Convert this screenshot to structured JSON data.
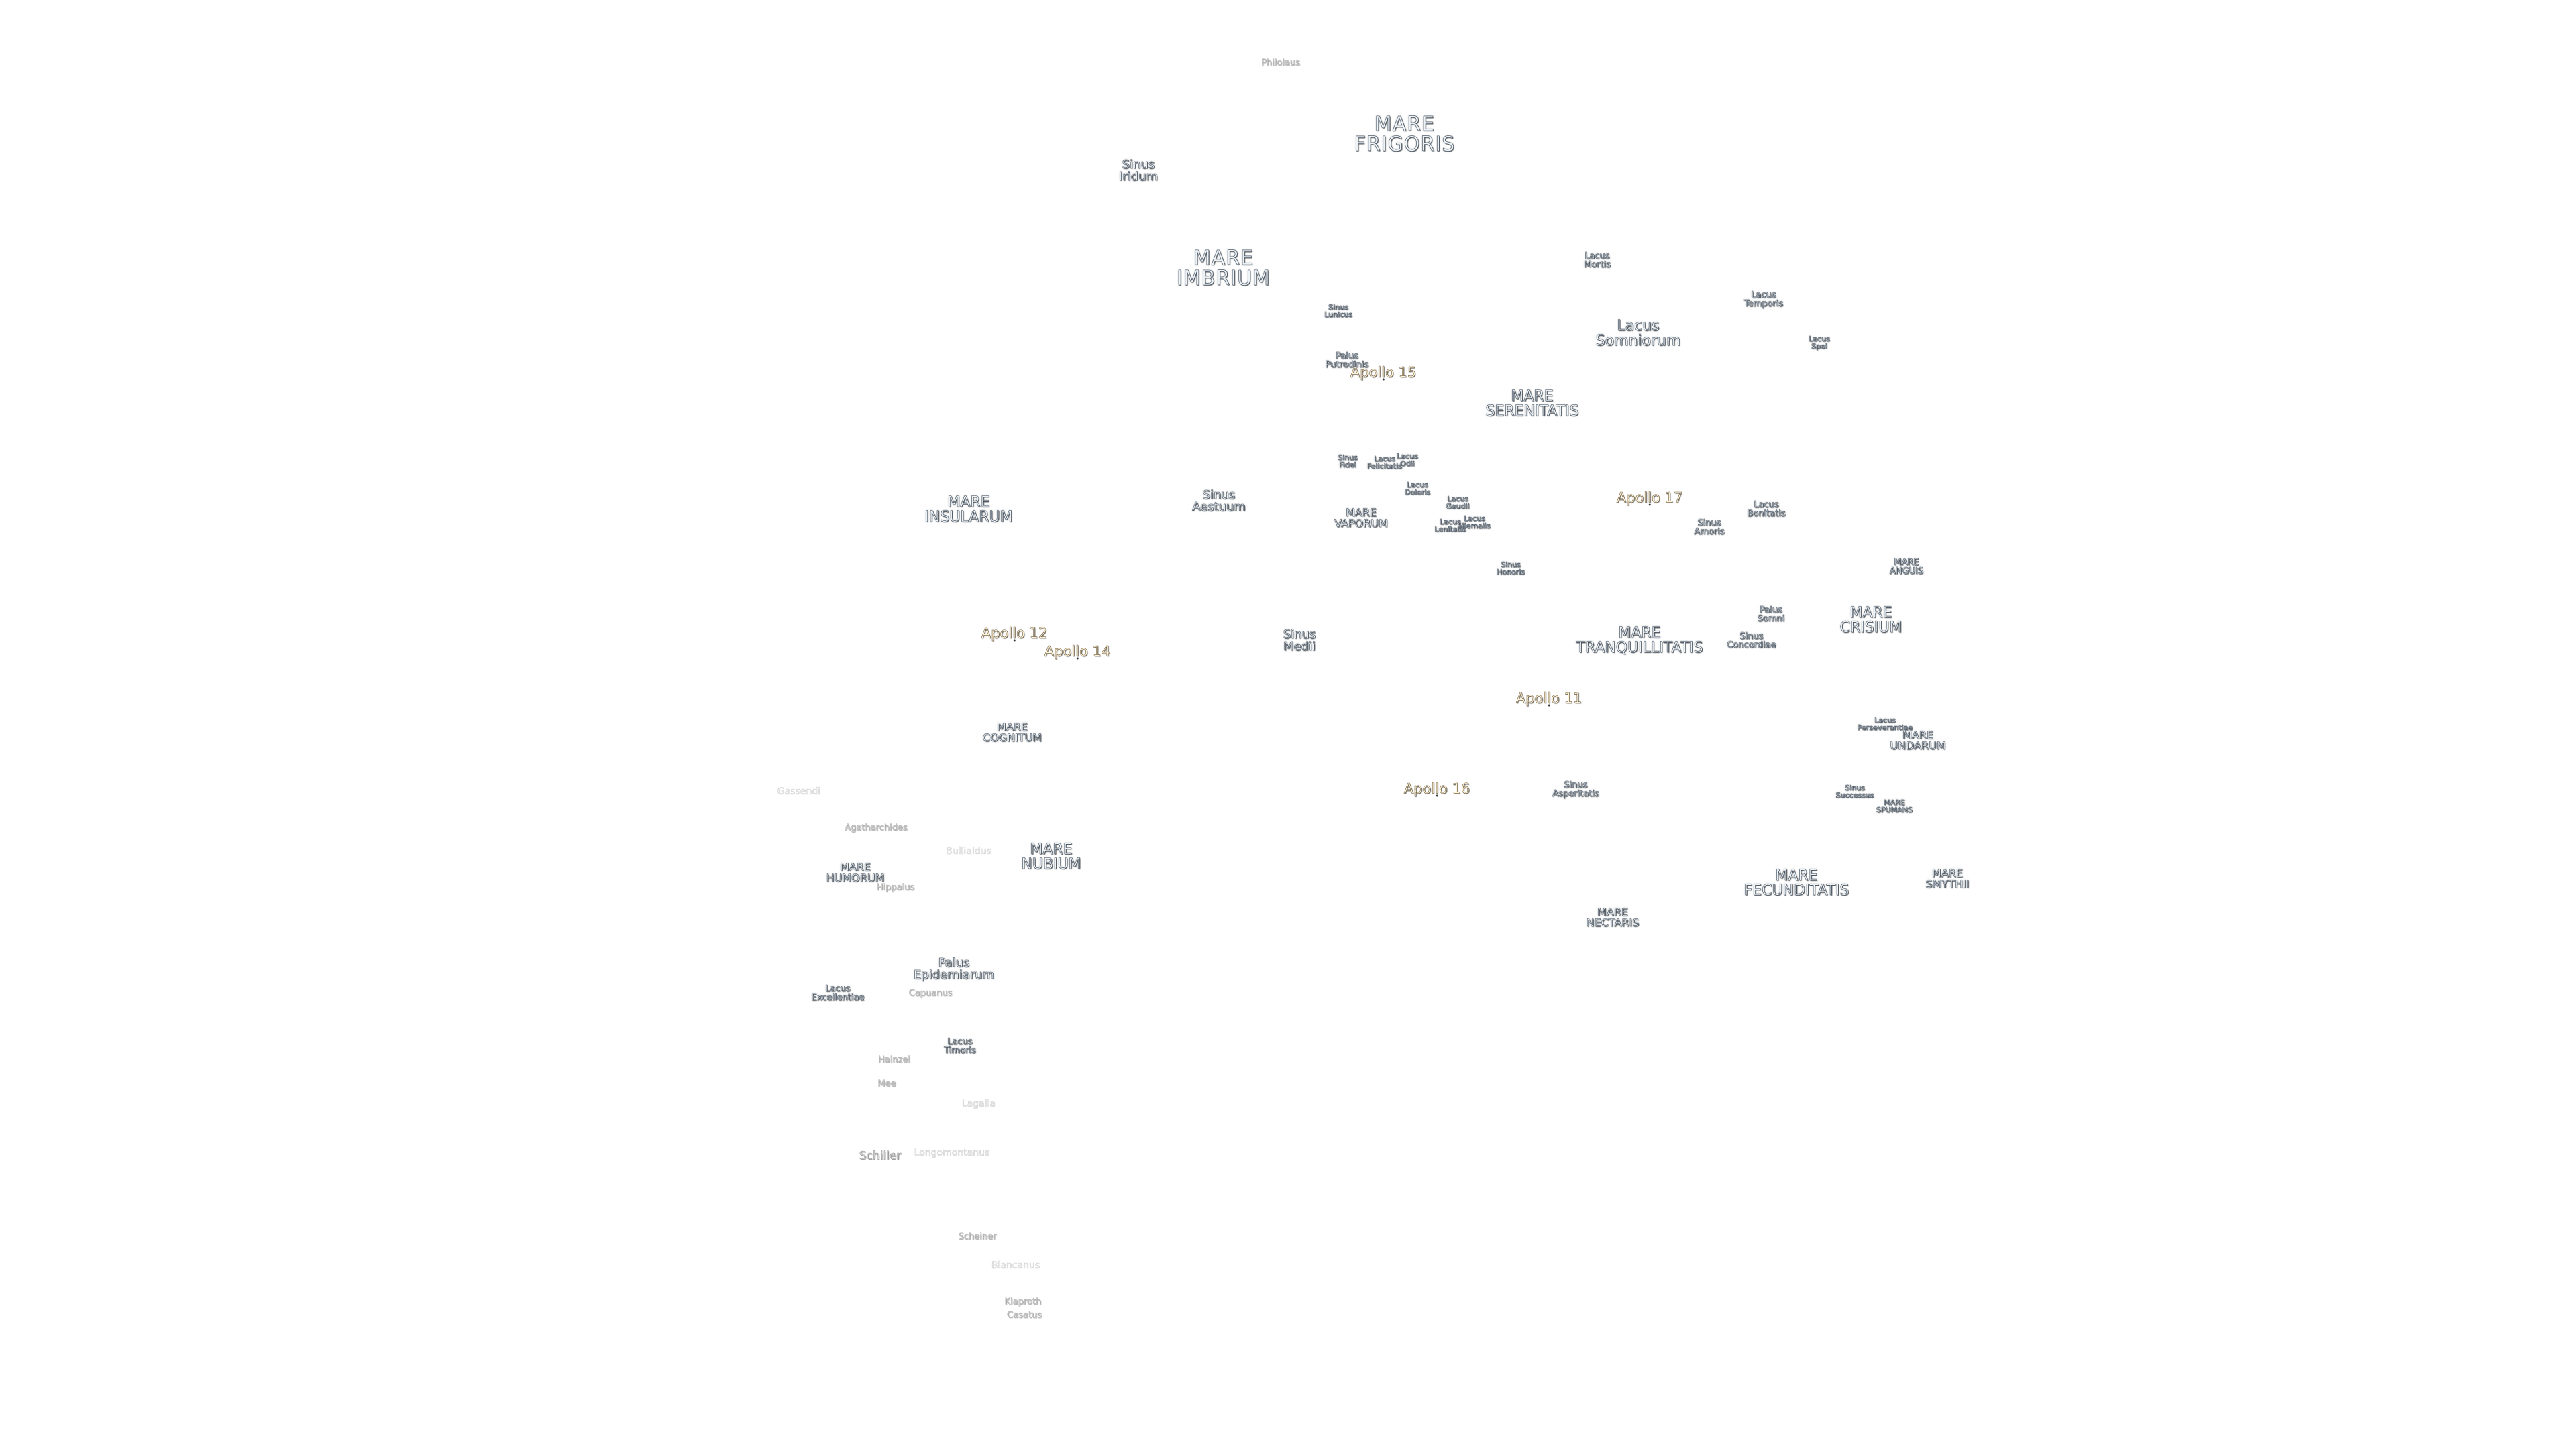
{
  "map": {
    "labels": [
      {
        "id": "philolaus",
        "text": "Philolaus",
        "kind": "crater-sm"
      },
      {
        "id": "mare-frigoris",
        "text": "MARE\nFRIGORIS",
        "kind": "mare"
      },
      {
        "id": "sinus-iridum",
        "text": "Sinus\nIridum",
        "kind": "feat"
      },
      {
        "id": "mare-imbrium",
        "text": "MARE\nIMBRIUM",
        "kind": "mare"
      },
      {
        "id": "lacus-mortis",
        "text": "Lacus\nMortis",
        "kind": "feat-sm"
      },
      {
        "id": "lacus-temporis",
        "text": "Lacus\nTemporis",
        "kind": "feat-sm"
      },
      {
        "id": "sinus-lunicus",
        "text": "Sinus\nLunicus",
        "kind": "feat-xs"
      },
      {
        "id": "lacus-somniorum",
        "text": "Lacus\nSomniorum",
        "kind": "mare-md"
      },
      {
        "id": "lacus-spei",
        "text": "Lacus\nSpei",
        "kind": "feat-xs"
      },
      {
        "id": "palus-putredinis",
        "text": "Palus\nPutredinis",
        "kind": "feat-sm"
      },
      {
        "id": "apollo-15",
        "text": "Apollo 15",
        "kind": "apollo"
      },
      {
        "id": "mare-serenitatis",
        "text": "MARE\nSERENITATIS",
        "kind": "mare-md"
      },
      {
        "id": "sinus-fidei",
        "text": "Sinus\nFidei",
        "kind": "feat-xs"
      },
      {
        "id": "lacus-felicitatis",
        "text": "Lacus\nFelicitatis",
        "kind": "feat-xs"
      },
      {
        "id": "lacus-odii",
        "text": "Lacus\nOdii",
        "kind": "feat-xs"
      },
      {
        "id": "lacus-doloris",
        "text": "Lacus\nDoloris",
        "kind": "feat-xs"
      },
      {
        "id": "lacus-gaudii",
        "text": "Lacus\nGaudii",
        "kind": "feat-xs"
      },
      {
        "id": "lacus-hiemalis",
        "text": "Lacus\nHiemalis",
        "kind": "feat-xs"
      },
      {
        "id": "lacus-lenitatis",
        "text": "Lacus\nLenitatis",
        "kind": "feat-xs"
      },
      {
        "id": "mare-insularum",
        "text": "MARE\nINSULARUM",
        "kind": "mare-md"
      },
      {
        "id": "sinus-aestuum",
        "text": "Sinus\nAestuum",
        "kind": "feat"
      },
      {
        "id": "mare-vaporum",
        "text": "MARE\nVAPORUM",
        "kind": "mare-sm"
      },
      {
        "id": "apollo-17",
        "text": "Apollo 17",
        "kind": "apollo"
      },
      {
        "id": "lacus-bonitatis",
        "text": "Lacus\nBonitatis",
        "kind": "feat-sm"
      },
      {
        "id": "sinus-amoris",
        "text": "Sinus\nAmoris",
        "kind": "feat-sm"
      },
      {
        "id": "sinus-honoris",
        "text": "Sinus\nHonoris",
        "kind": "feat-xs"
      },
      {
        "id": "mare-anguis",
        "text": "MARE\nANGUIS",
        "kind": "feat-sm"
      },
      {
        "id": "apollo-12",
        "text": "Apollo 12",
        "kind": "apollo"
      },
      {
        "id": "apollo-14",
        "text": "Apollo 14",
        "kind": "apollo"
      },
      {
        "id": "sinus-medii",
        "text": "Sinus\nMedii",
        "kind": "feat"
      },
      {
        "id": "mare-tranquillitatis",
        "text": "MARE\nTRANQUILLITATIS",
        "kind": "mare-md"
      },
      {
        "id": "palus-somni",
        "text": "Palus\nSomni",
        "kind": "feat-sm"
      },
      {
        "id": "sinus-concordiae",
        "text": "Sinus\nConcordiae",
        "kind": "feat-sm"
      },
      {
        "id": "mare-crisium",
        "text": "MARE\nCRISIUM",
        "kind": "mare-md"
      },
      {
        "id": "apollo-11",
        "text": "Apollo 11",
        "kind": "apollo"
      },
      {
        "id": "mare-cognitum",
        "text": "MARE\nCOGNITUM",
        "kind": "mare-sm"
      },
      {
        "id": "lacus-perseverantiae",
        "text": "Lacus\nPerseverantiae",
        "kind": "feat-xs"
      },
      {
        "id": "mare-undarum",
        "text": "MARE\nUNDARUM",
        "kind": "mare-sm"
      },
      {
        "id": "gassendi",
        "text": "Gassendi",
        "kind": "crater-faint"
      },
      {
        "id": "apollo-16",
        "text": "Apollo 16",
        "kind": "apollo"
      },
      {
        "id": "sinus-asperitatis",
        "text": "Sinus\nAsperitatis",
        "kind": "feat-sm"
      },
      {
        "id": "sinus-successus",
        "text": "Sinus\nSuccessus",
        "kind": "feat-xs"
      },
      {
        "id": "mare-spumans",
        "text": "MARE\nSPUMANS",
        "kind": "feat-xs"
      },
      {
        "id": "agatharchides",
        "text": "Agatharchides",
        "kind": "crater-sm"
      },
      {
        "id": "bullialdus",
        "text": "Bullialdus",
        "kind": "crater-faint"
      },
      {
        "id": "mare-nubium",
        "text": "MARE\nNUBIUM",
        "kind": "mare-md"
      },
      {
        "id": "mare-humorum",
        "text": "MARE\nHUMORUM",
        "kind": "mare-sm"
      },
      {
        "id": "hippalus",
        "text": "Hippalus",
        "kind": "crater-sm"
      },
      {
        "id": "mare-fecunditatis",
        "text": "MARE\nFECUNDITATIS",
        "kind": "mare-md"
      },
      {
        "id": "mare-smythii",
        "text": "MARE\nSMYTHII",
        "kind": "mare-sm"
      },
      {
        "id": "mare-nectaris",
        "text": "MARE\nNECTARIS",
        "kind": "mare-sm"
      },
      {
        "id": "palus-epidemiarum",
        "text": "Palus\nEpidemiarum",
        "kind": "feat"
      },
      {
        "id": "lacus-excellentiae",
        "text": "Lacus\nExcellentiae",
        "kind": "feat-sm"
      },
      {
        "id": "capuanus",
        "text": "Capuanus",
        "kind": "crater-sm"
      },
      {
        "id": "lacus-timoris",
        "text": "Lacus\nTimoris",
        "kind": "feat-sm"
      },
      {
        "id": "hainzel",
        "text": "Hainzel",
        "kind": "crater-sm"
      },
      {
        "id": "mee",
        "text": "Mee",
        "kind": "crater-sm"
      },
      {
        "id": "lagalla",
        "text": "Lagalla",
        "kind": "crater-faint"
      },
      {
        "id": "schiller",
        "text": "Schiller",
        "kind": "crater"
      },
      {
        "id": "longomontanus",
        "text": "Longomontanus",
        "kind": "crater-faint"
      },
      {
        "id": "scheiner",
        "text": "Scheiner",
        "kind": "crater-sm"
      },
      {
        "id": "blancanus",
        "text": "Blancanus",
        "kind": "crater-faint"
      },
      {
        "id": "klaproth",
        "text": "Klaproth",
        "kind": "crater-sm"
      },
      {
        "id": "casatus",
        "text": "Casatus",
        "kind": "crater-sm"
      }
    ]
  }
}
